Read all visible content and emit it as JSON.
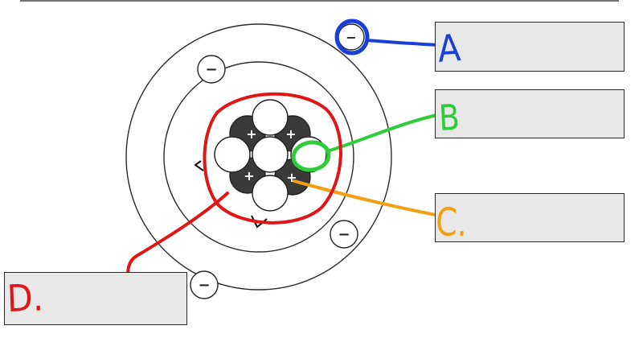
{
  "labels": {
    "a": "A",
    "b": "B",
    "c": "C.",
    "d": "D."
  },
  "colors": {
    "a": "#1a3fd8",
    "b": "#2fcc3a",
    "c": "#f2a012",
    "d": "#e01515",
    "line": "#222222",
    "box": "#e8e8e8"
  },
  "electron_symbol": "−",
  "proton_symbol": "+"
}
